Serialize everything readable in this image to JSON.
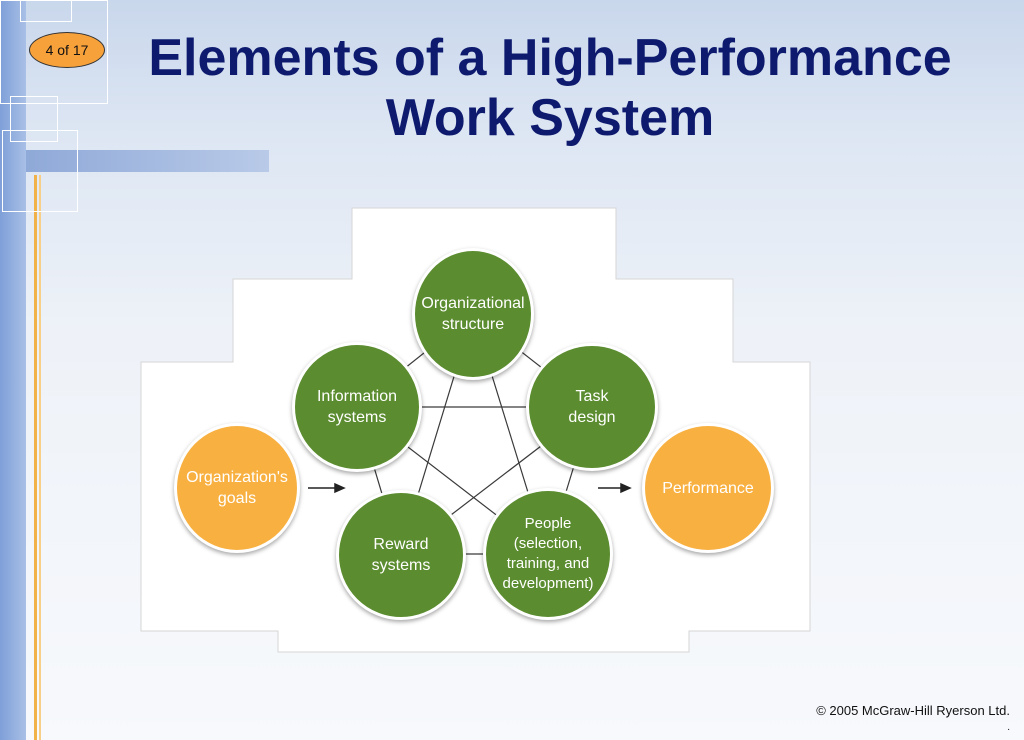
{
  "slide": {
    "badge": "4 of 17",
    "title": "Elements of a High-Performance Work System",
    "footer": "© 2005 McGraw-Hill Ryerson Ltd.",
    "footer_mark": "."
  },
  "colors": {
    "title": "#0d1a6e",
    "element_green": "#5b8c2f",
    "outcome_orange": "#f8b041",
    "badge_orange": "#f7a13b"
  },
  "diagram": {
    "input": "Organization's\ngoals",
    "output": "Performance",
    "elements": [
      "Organizational\nstructure",
      "Task\ndesign",
      "People\n(selection,\ntraining, and\ndevelopment)",
      "Reward\nsystems",
      "Information\nsystems"
    ]
  }
}
